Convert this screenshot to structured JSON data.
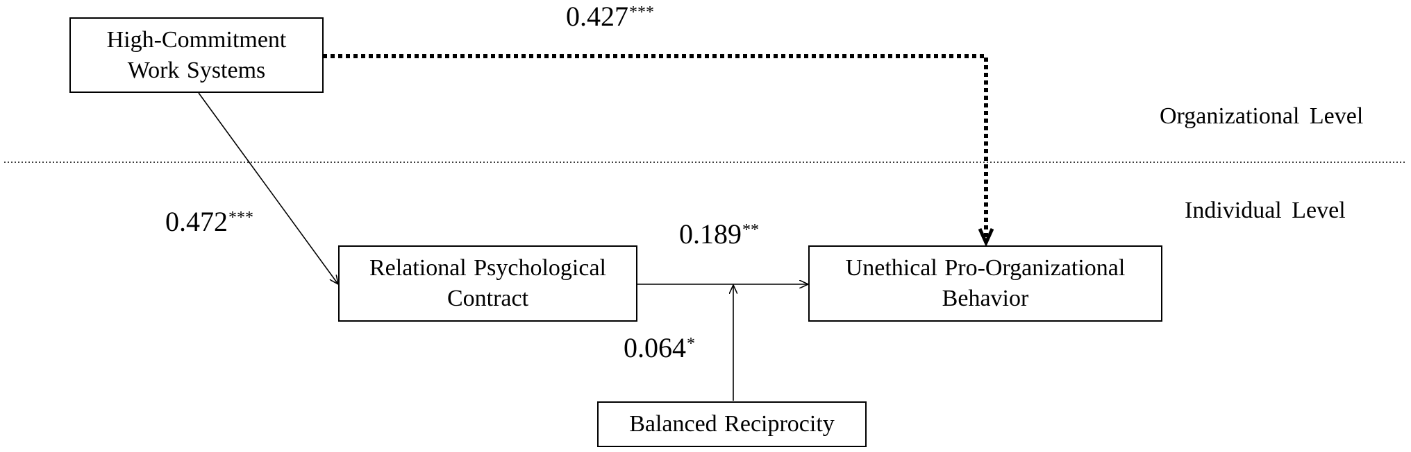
{
  "nodes": {
    "hcws": {
      "line1": "High-Commitment",
      "line2": "Work Systems"
    },
    "rpc": {
      "line1": "Relational Psychological",
      "line2": "Contract"
    },
    "upb": {
      "line1": "Unethical Pro-Organizational",
      "line2": "Behavior"
    },
    "br": {
      "line1": "Balanced Reciprocity"
    }
  },
  "coefficients": {
    "direct": {
      "value": "0.427",
      "stars": "***"
    },
    "hcws_rpc": {
      "value": "0.472",
      "stars": "***"
    },
    "rpc_upb": {
      "value": "0.189",
      "stars": "**"
    },
    "moderation": {
      "value": "0.064",
      "stars": "*"
    }
  },
  "levels": {
    "organizational": "Organizational Level",
    "individual": "Individual Level"
  }
}
